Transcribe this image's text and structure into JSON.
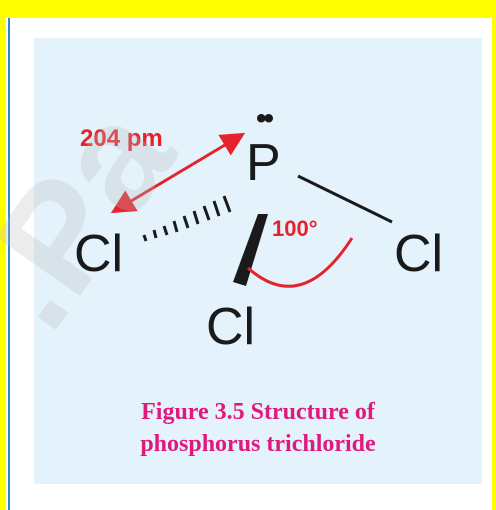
{
  "diagram": {
    "atoms": {
      "central": "P",
      "lone_pair": "••",
      "left": "Cl",
      "right": "Cl",
      "bottom": "Cl"
    },
    "bond_length_label": "204 pm",
    "bond_angle_label": "100°"
  },
  "caption": {
    "line1": "Figure 3.5 Structure of",
    "line2": "phosphorus trichloride"
  },
  "watermark": ".Pa",
  "colors": {
    "border_yellow": "#ffff00",
    "panel_bg": "#e3f2fb",
    "annotation_red": "#e5232d",
    "caption_magenta": "#e0197d",
    "rule_blue": "#2f86c8"
  }
}
